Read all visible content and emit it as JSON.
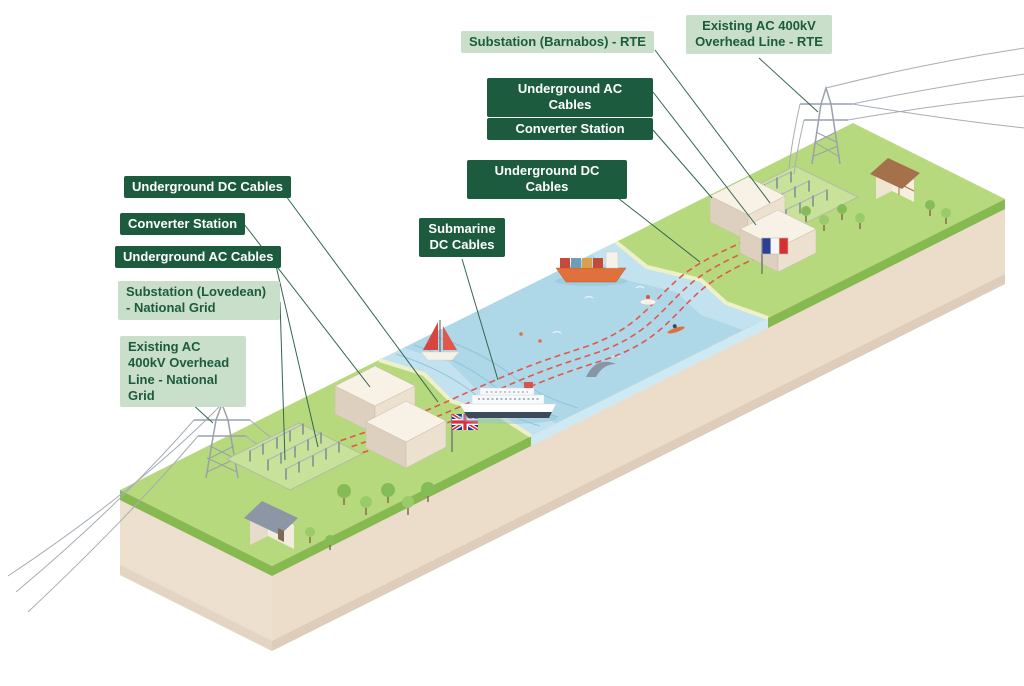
{
  "labels": {
    "substation_barnabos": "Substation (Barnabos) - RTE",
    "existing_ac_rte": "Existing AC 400kV Overhead Line - RTE",
    "underground_ac_right": "Underground AC Cables",
    "converter_right": "Converter Station",
    "underground_dc_right": "Underground DC Cables",
    "submarine_dc": "Submarine DC Cables",
    "underground_dc_left": "Underground DC Cables",
    "converter_left": "Converter Station",
    "underground_ac_left": "Underground AC Cables",
    "substation_lovedean": "Substation (Lovedean) - National Grid",
    "existing_ac_ng": "Existing AC 400kV Overhead Line - National Grid"
  },
  "colors": {
    "badge_dark": "#1c5b3e",
    "badge_dark_text": "#ffffff",
    "badge_light": "#c9dfc9",
    "badge_light_text": "#1c5b3e",
    "land_green": "#b7d97d",
    "sea_blue": "#aed7e8",
    "soil_tan": "#ecddcb",
    "cable_red": "#e2574b",
    "leader_line": "#33664f"
  },
  "icons": {
    "left_flag": "uk-flag",
    "right_flag": "france-flag",
    "vessels": [
      "cargo-ship",
      "cruise-ship",
      "sailboat",
      "rowboat",
      "kayak",
      "dolphin"
    ],
    "structures": [
      "transmission-tower",
      "substation",
      "converter-station",
      "house",
      "tree"
    ]
  }
}
